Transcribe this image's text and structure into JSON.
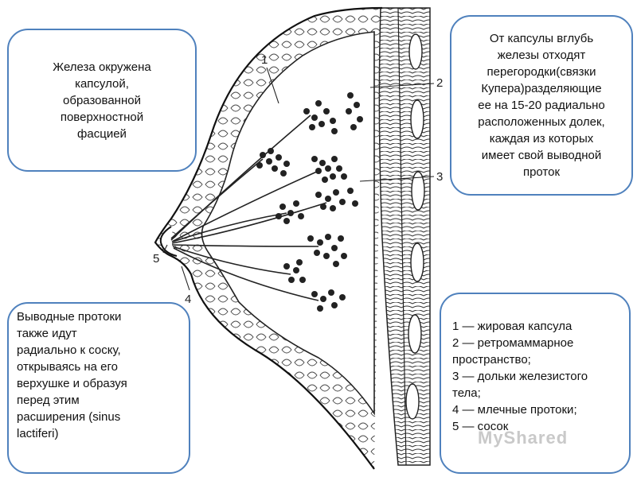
{
  "callouts": {
    "capsule": "Железа окружена\nкапсулой,\nобразованной\nповерхностной\nфасцией",
    "septa": "От капсулы вглубь\nжелезы отходят\nперегородки(связки\nКупера)разделяющие\nее на 15-20 радиально\nрасположенных долек,\nкаждая из которых\nимеет свой выводной\nпроток",
    "ducts": "Выводные протоки\nтакже идут\nрадиально к соску,\nоткрываясь на его\nверхушке и образуя\nперед этим\nрасширения (sinus\nlactiferi)"
  },
  "legend": [
    "1 — жировая капсула",
    "2 — ретромаммарное\nпространство;",
    "3 — дольки железистого\nтела;",
    "4 — млечные протоки;",
    "5 — сосок"
  ],
  "figure_labels": [
    "1",
    "2",
    "3",
    "4",
    "5"
  ],
  "watermark": "MyShared"
}
